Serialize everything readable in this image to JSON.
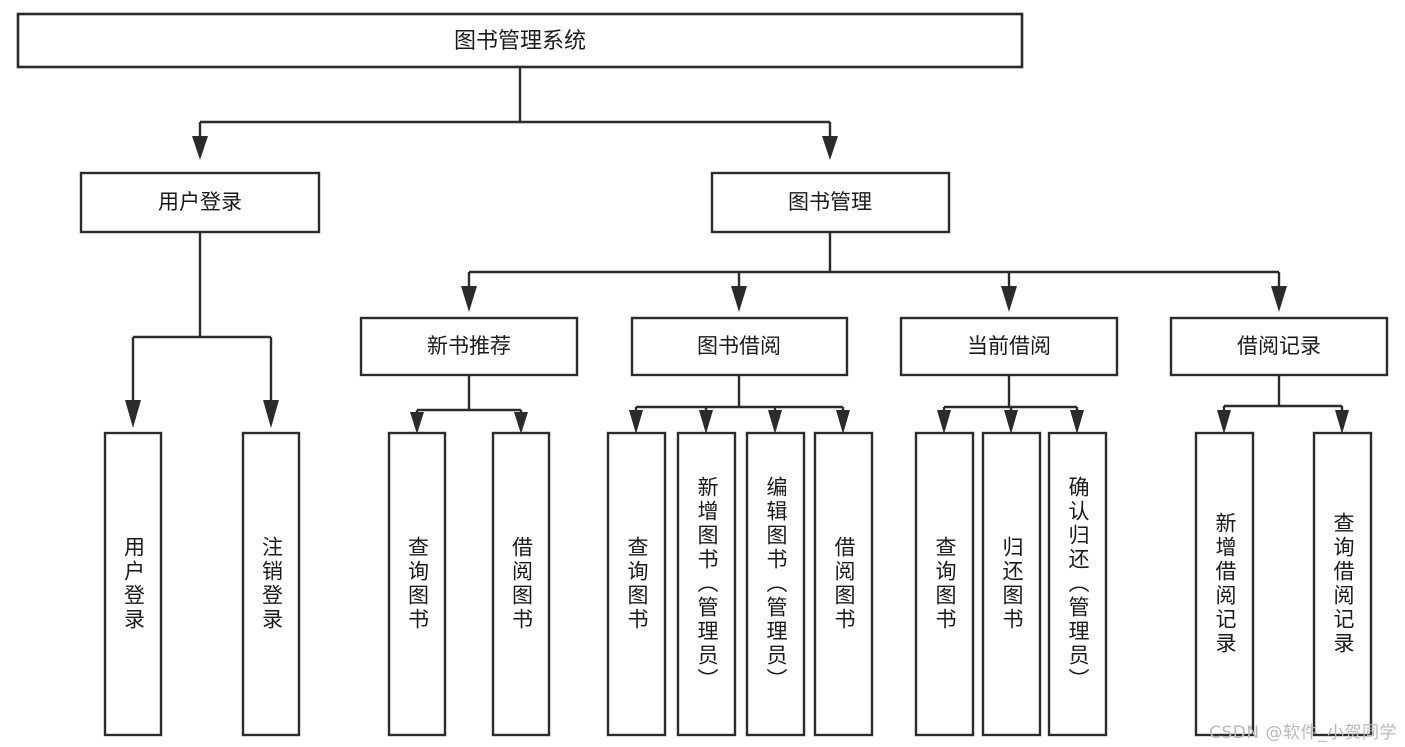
{
  "diagram": {
    "title": "图书管理系统",
    "type": "tree",
    "orientation": "top-down",
    "colors": {
      "background": "#ffffff",
      "box_fill": "#ffffff",
      "box_stroke": "#2b2b2b",
      "text": "#1a1a1a",
      "watermark": "#b9b9b9"
    }
  },
  "root": {
    "label": "图书管理系统"
  },
  "level2": [
    {
      "label": "用户登录"
    },
    {
      "label": "图书管理"
    }
  ],
  "level3": [
    {
      "label": "新书推荐"
    },
    {
      "label": "图书借阅"
    },
    {
      "label": "当前借阅"
    },
    {
      "label": "借阅记录"
    }
  ],
  "groups": [
    {
      "parent": "用户登录",
      "leaves": [
        {
          "label": "用户登录"
        },
        {
          "label": "注销登录"
        }
      ]
    },
    {
      "parent": "新书推荐",
      "leaves": [
        {
          "label": "查询图书"
        },
        {
          "label": "借阅图书"
        }
      ]
    },
    {
      "parent": "图书借阅",
      "leaves": [
        {
          "label": "查询图书"
        },
        {
          "label": "新增图书（管理员）"
        },
        {
          "label": "编辑图书（管理员）"
        },
        {
          "label": "借阅图书"
        }
      ]
    },
    {
      "parent": "当前借阅",
      "leaves": [
        {
          "label": "查询图书"
        },
        {
          "label": "归还图书"
        },
        {
          "label": "确认归还（管理员）"
        }
      ]
    },
    {
      "parent": "借阅记录",
      "leaves": [
        {
          "label": "新增借阅记录"
        },
        {
          "label": "查询借阅记录"
        }
      ]
    }
  ],
  "watermark": {
    "text": "CSDN @软件_小贺同学"
  }
}
